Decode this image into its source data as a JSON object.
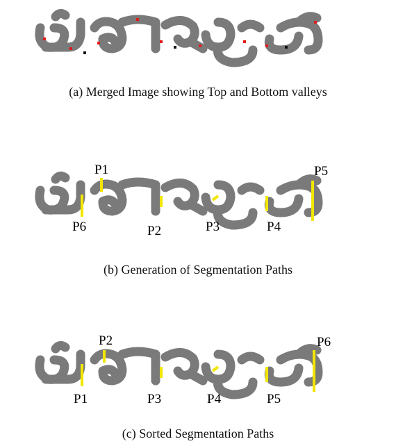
{
  "figure": {
    "panels": [
      {
        "id": "a",
        "caption": "(a) Merged Image showing Top and Bottom valleys",
        "path_labels": []
      },
      {
        "id": "b",
        "caption": "(b) Generation of Segmentation Paths",
        "path_labels": [
          "P1",
          "P6",
          "P2",
          "P3",
          "P4",
          "P5"
        ]
      },
      {
        "id": "c",
        "caption": "(c) Sorted Segmentation Paths",
        "path_labels": [
          "P2",
          "P1",
          "P3",
          "P4",
          "P5",
          "P6"
        ]
      }
    ],
    "colors": {
      "glyph": "#7a7a7a",
      "segmentation_path": "#f2e600",
      "top_valley": "#e31a1a",
      "bottom_valley": "#111111"
    }
  }
}
